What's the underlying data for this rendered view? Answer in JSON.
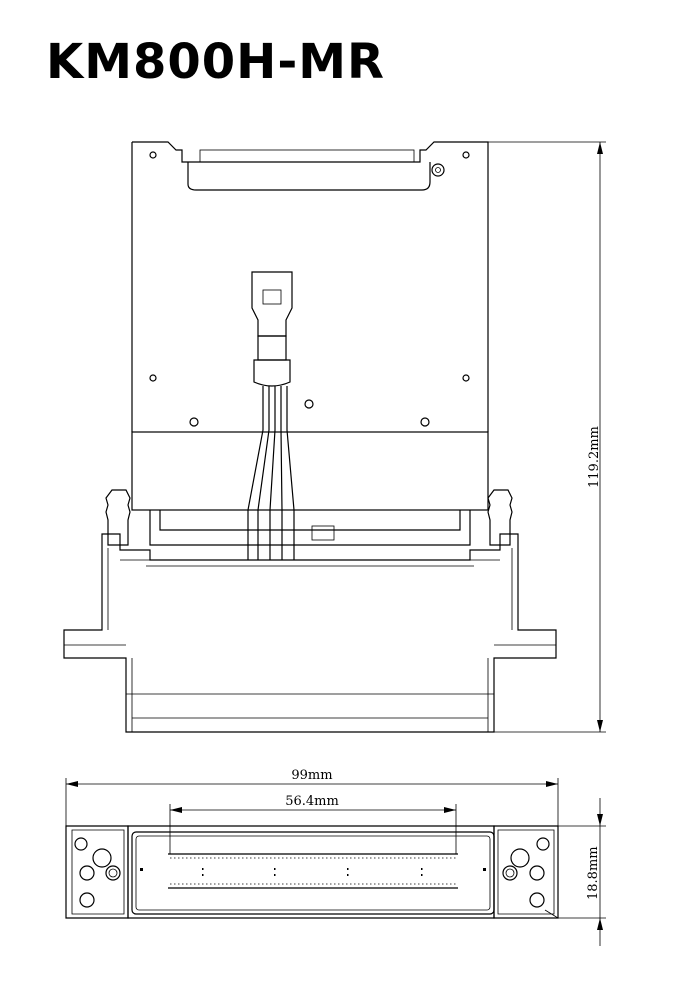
{
  "title": "KM800H-MR",
  "dimensions": {
    "height": "119.2mm",
    "width": "99mm",
    "nozzle_width": "56.4mm",
    "depth": "18.8mm"
  }
}
